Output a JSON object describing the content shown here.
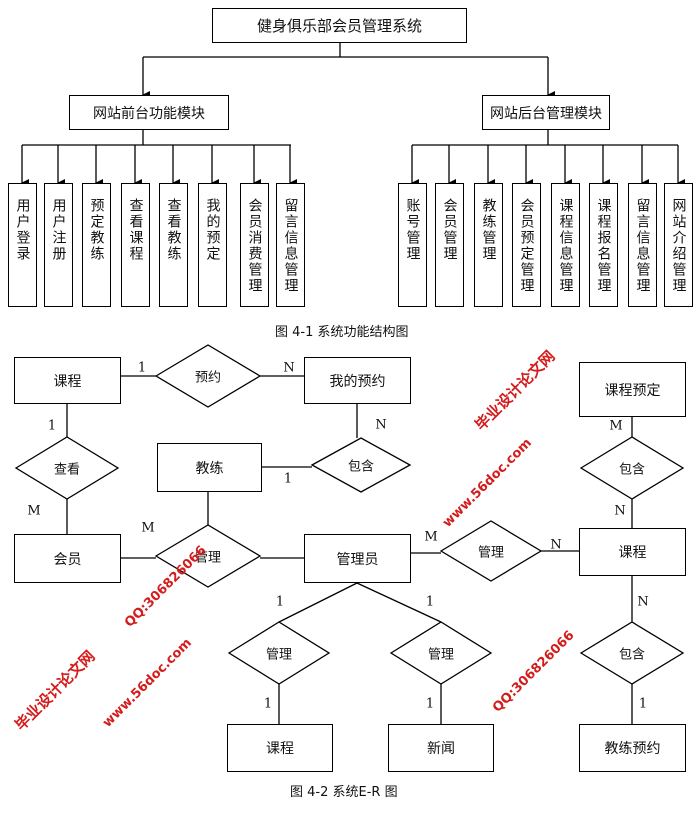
{
  "function_chart": {
    "root": "健身俱乐部会员管理系统",
    "front_module": "网站前台功能模块",
    "back_module": "网站后台管理模块",
    "front_items": [
      "用户登录",
      "用户注册",
      "预定教练",
      "查看课程",
      "查看教练",
      "我的预定",
      "会员消费管理",
      "留言信息管理"
    ],
    "back_items": [
      "账号管理",
      "会员管理",
      "教练管理",
      "会员预定管理",
      "课程信息管理",
      "课程报名管理",
      "留言信息管理",
      "网站介绍管理"
    ],
    "caption": "图 4-1 系统功能结构图"
  },
  "er_diagram": {
    "entities": {
      "course_top": "课程",
      "my_booking": "我的预约",
      "course_booking": "课程预定",
      "coach": "教练",
      "member": "会员",
      "admin": "管理员",
      "course_right": "课程",
      "course_bottom": "课程",
      "news": "新闻",
      "coach_booking": "教练预约"
    },
    "relations": {
      "book": "预约",
      "view": "查看",
      "contain_mid": "包含",
      "manage_member": "管理",
      "manage_course": "管理",
      "contain_right_top": "包含",
      "contain_right_bottom": "包含",
      "manage_bottom_left": "管理",
      "manage_bottom_right": "管理"
    },
    "cardinalities": [
      "1",
      "N",
      "1",
      "M",
      "N",
      "1",
      "M",
      "M",
      "N",
      "M",
      "N",
      "N",
      "1",
      "1",
      "1",
      "1",
      "1"
    ],
    "caption": "图 4-2 系统E-R 图"
  },
  "watermarks": [
    "毕业设计论文网",
    "QQ:306826066",
    "www.56doc.com"
  ]
}
